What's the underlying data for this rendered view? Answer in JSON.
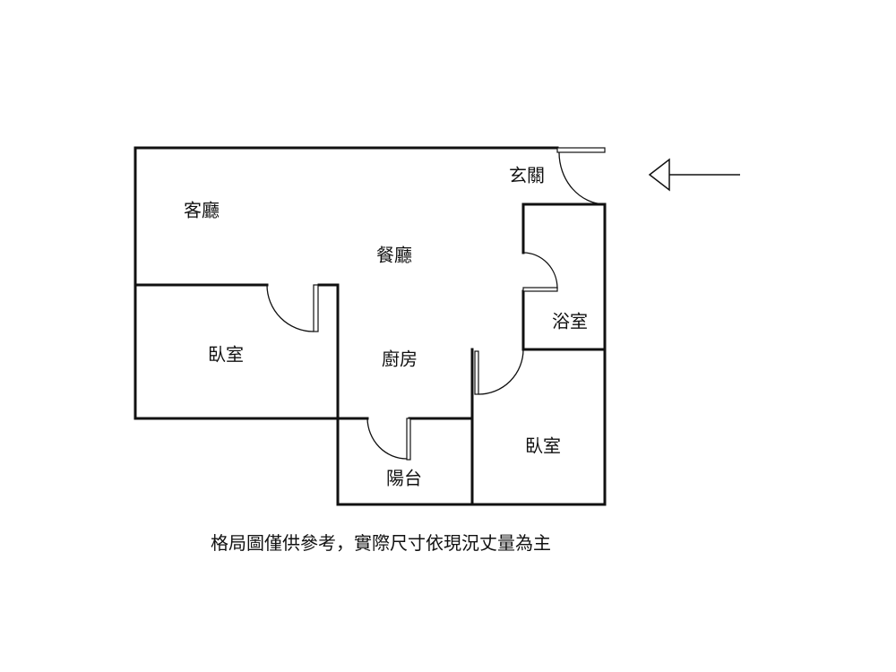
{
  "rooms": {
    "living_room": "客廳",
    "dining_room": "餐廳",
    "entrance": "玄關",
    "bathroom": "浴室",
    "bedroom_1": "臥室",
    "kitchen": "廚房",
    "balcony": "陽台",
    "bedroom_2": "臥室"
  },
  "entrance_arrow": "arrow-left-icon",
  "note": "格局圖僅供參考，實際尺寸依現況丈量為主"
}
